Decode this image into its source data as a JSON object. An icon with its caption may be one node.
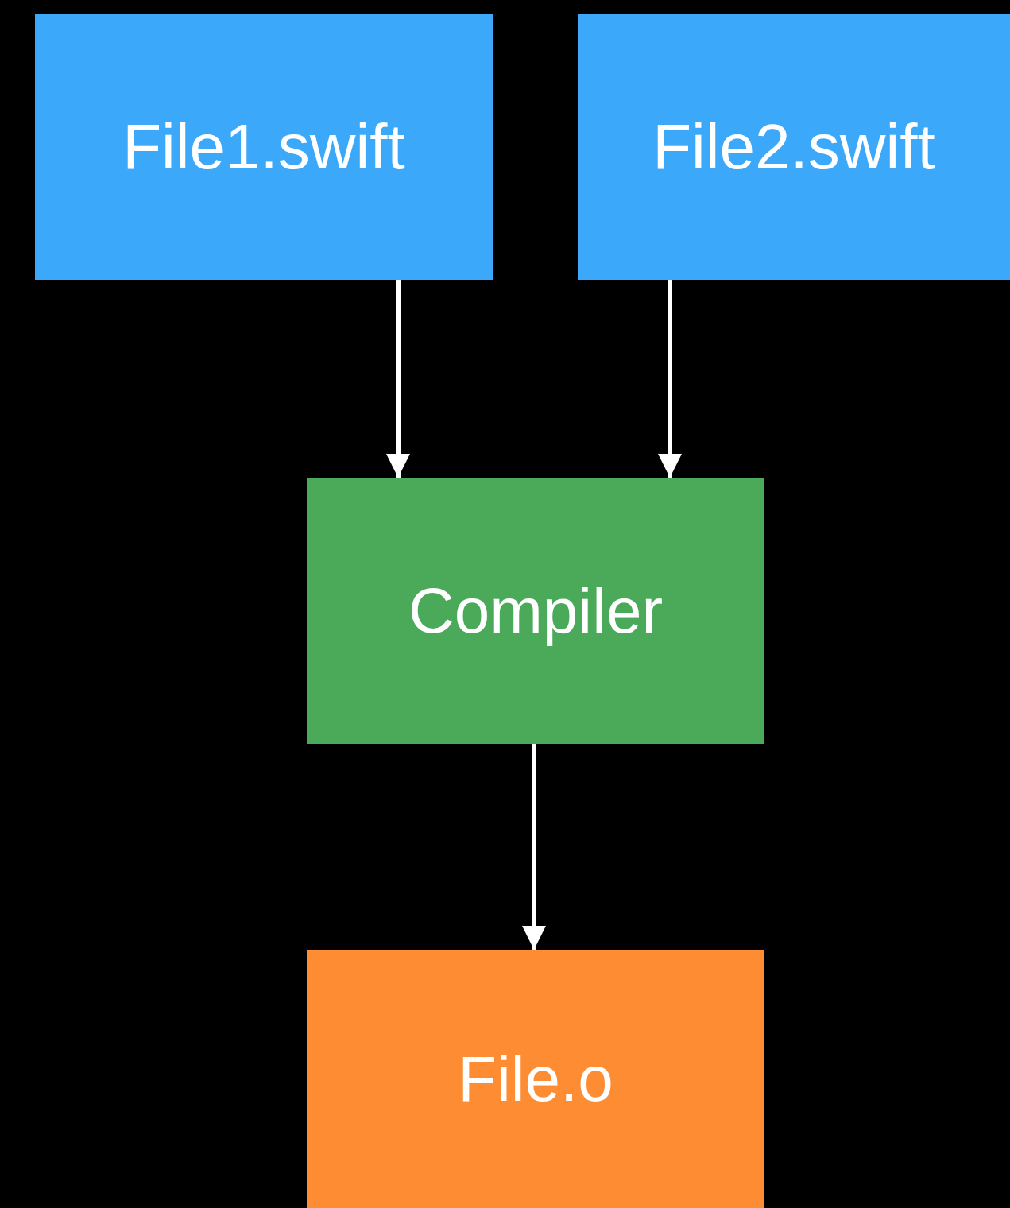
{
  "diagram": {
    "nodes": [
      {
        "text": [
          "File1.swift"
        ]
      },
      {
        "text": [
          "File2.swift"
        ]
      },
      {
        "text": [
          "Compiler"
        ]
      },
      {
        "text": [
          "File.o"
        ]
      }
    ],
    "edges": [
      {
        "from": 0,
        "to": 2,
        "arrow": "to"
      },
      {
        "from": 1,
        "to": 2,
        "arrow": "to"
      },
      {
        "from": 2,
        "to": 3,
        "arrow": "to"
      }
    ]
  }
}
